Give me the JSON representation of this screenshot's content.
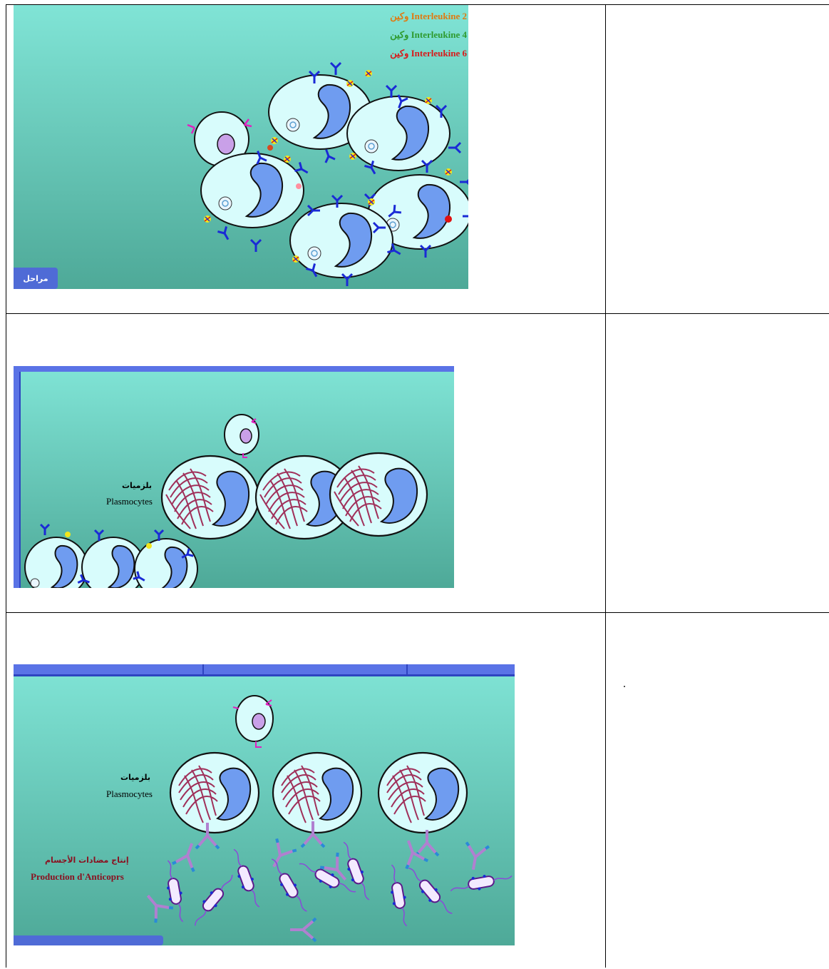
{
  "panel1": {
    "interleukins": [
      {
        "label": "Interleukine 2 وكين",
        "color": "#e07a10"
      },
      {
        "label": "Interleukine 4 وكين",
        "color": "#2e9a2e"
      },
      {
        "label": "Interleukine 6 وكين",
        "color": "#d81a1a"
      }
    ],
    "stage_button": "مراحل"
  },
  "panel2": {
    "plasmocytes_ar": "بلزميات",
    "plasmocytes_fr": "Plasmocytes"
  },
  "panel3": {
    "plasmocytes_ar": "بلزميات",
    "plasmocytes_fr": "Plasmocytes",
    "production_ar": "إنتاج مضادات الأجسام",
    "production_fr": "Production d'Anticoprs"
  },
  "right_cells": [
    "",
    "",
    "."
  ],
  "colors": {
    "bg_top": "#7fe0d4",
    "bg_bottom": "#4fac9a",
    "cell_fill": "#d8fcfc",
    "nucleus": "#6f9cf0",
    "antibody": "#1a2ad6",
    "rer": "#a0305a",
    "accent_blue": "#5a73e6"
  }
}
